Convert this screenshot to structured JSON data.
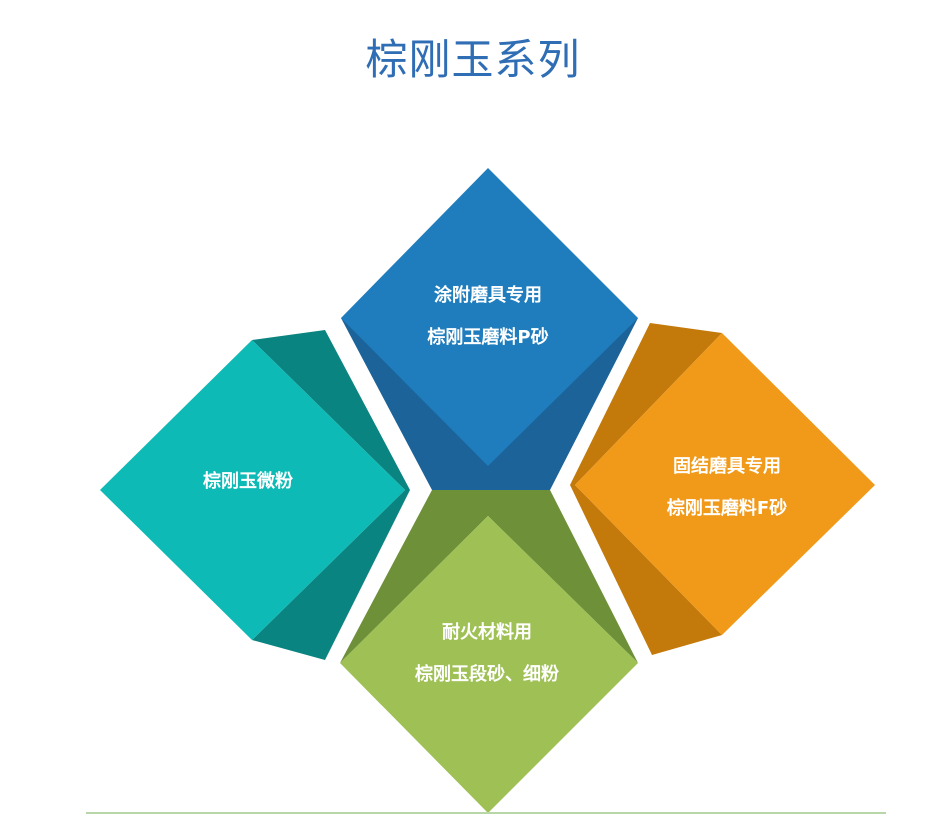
{
  "title": "棕刚玉系列",
  "diamonds": {
    "top": {
      "line1": "涂附磨具专用",
      "line2": "棕刚玉磨料P砂",
      "color": "#1f7dbd",
      "shade": "#1b6398"
    },
    "left": {
      "line1": "棕刚玉微粉",
      "color": "#0ebab6",
      "shade": "#0a8480"
    },
    "right": {
      "line1": "固结磨具专用",
      "line2": "棕刚玉磨料F砂",
      "color": "#f19a1a",
      "shade": "#c47a0a"
    },
    "bottom": {
      "line1": "耐火材料用",
      "line2": "棕刚玉段砂、细粉",
      "color": "#9ec055",
      "shade": "#6e9038"
    }
  }
}
